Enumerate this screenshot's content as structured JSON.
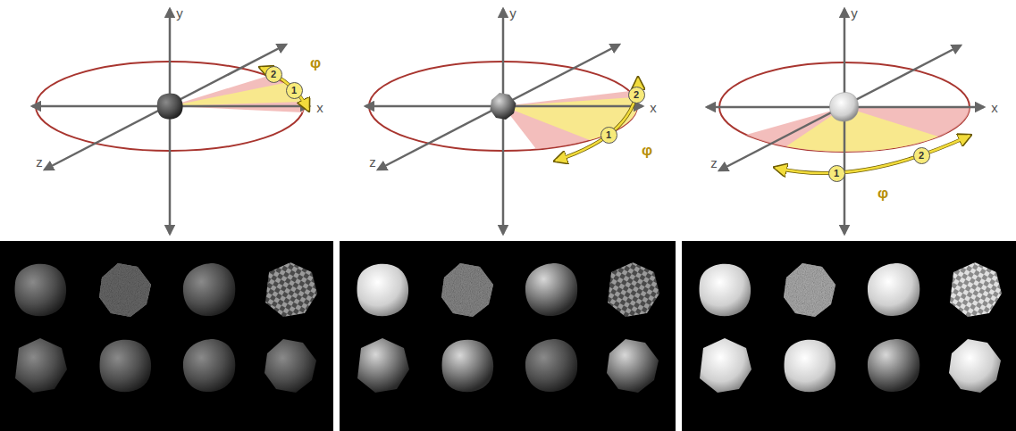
{
  "diagram": {
    "nodes": [
      {
        "text": [
          "1"
        ]
      },
      {
        "text": [
          "2"
        ]
      },
      {
        "text": [
          "1"
        ]
      },
      {
        "text": [
          "2"
        ]
      },
      {
        "text": [
          "1"
        ]
      },
      {
        "text": [
          "2"
        ]
      }
    ],
    "labels": [
      "y",
      "x",
      "z",
      "φ",
      "y",
      "x",
      "z",
      "φ",
      "y",
      "x",
      "z",
      "φ"
    ]
  }
}
